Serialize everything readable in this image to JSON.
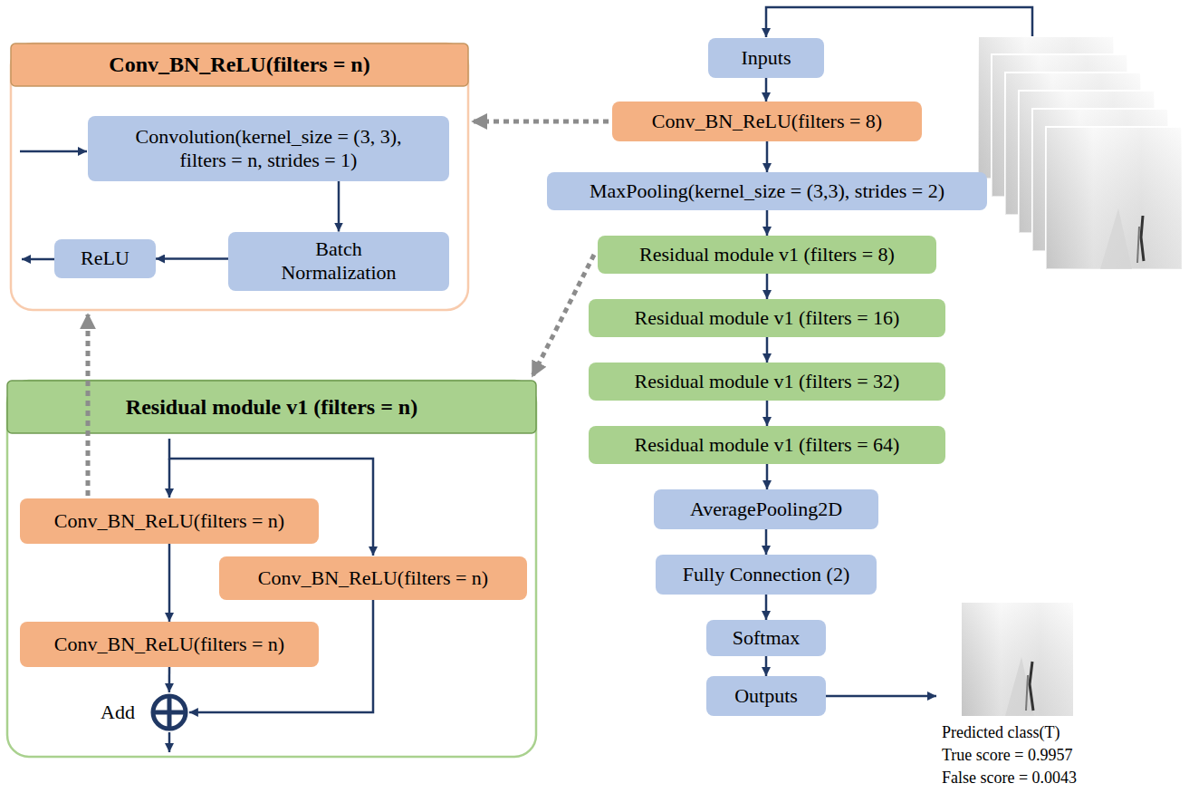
{
  "diagram": {
    "nodes": [
      {
        "text": [
          "Conv_BN_ReLU(filters = n)"
        ]
      },
      {
        "text": [
          "Convolution(kernel_size = (3, 3), filters = n, strides = 1)"
        ],
        "in": 0
      },
      {
        "text": [
          "Batch Normalization"
        ],
        "in": 0
      },
      {
        "text": [
          "ReLU"
        ],
        "in": 0
      },
      {
        "text": [
          "Inputs"
        ]
      },
      {
        "text": [
          "Conv_BN_ReLU(filters = 8)"
        ]
      },
      {
        "text": [
          "MaxPooling(kernel_size = (3,3), strides = 2)"
        ]
      },
      {
        "text": [
          "Residual module v1 (filters = 8)"
        ]
      },
      {
        "text": [
          "Residual module v1 (filters = 16)"
        ]
      },
      {
        "text": [
          "Residual module v1 (filters = 32)"
        ]
      },
      {
        "text": [
          "Residual module v1 (filters = 64)"
        ]
      },
      {
        "text": [
          "Residual module v1 (filters = n)"
        ]
      },
      {
        "text": [
          "Conv_BN_ReLU(filters = n)"
        ],
        "in": 11
      },
      {
        "text": [
          "Conv_BN_ReLU(filters = n)"
        ],
        "in": 11
      },
      {
        "text": [
          "Conv_BN_ReLU(filters = n)"
        ],
        "in": 11
      },
      {
        "text": [
          "Add"
        ],
        "in": 11
      },
      {
        "text": [
          "AveragePooling2D"
        ]
      },
      {
        "text": [
          "Fully Connection (2)"
        ]
      },
      {
        "text": [
          "Softmax"
        ]
      },
      {
        "text": [
          "Outputs"
        ]
      }
    ],
    "edges": [
      {
        "from": 1,
        "to": 2,
        "arrow": "to"
      },
      {
        "from": 2,
        "to": 3,
        "arrow": "to"
      },
      {
        "from": 4,
        "to": 5,
        "arrow": "to"
      },
      {
        "from": 5,
        "to": 6,
        "arrow": "to"
      },
      {
        "from": 6,
        "to": 7,
        "arrow": "to"
      },
      {
        "from": 7,
        "to": 8,
        "arrow": "to"
      },
      {
        "from": 8,
        "to": 9,
        "arrow": "to"
      },
      {
        "from": 9,
        "to": 10,
        "arrow": "to"
      },
      {
        "from": 10,
        "to": 16,
        "arrow": "to"
      },
      {
        "from": 16,
        "to": 17,
        "arrow": "to"
      },
      {
        "from": 17,
        "to": 18,
        "arrow": "to"
      },
      {
        "from": 18,
        "to": 19,
        "arrow": "to"
      },
      {
        "from": 5,
        "to": 0,
        "arrow": "to"
      },
      {
        "from": 7,
        "to": 11,
        "arrow": "to"
      },
      {
        "from": 12,
        "to": 0,
        "arrow": "to"
      },
      {
        "from": 12,
        "to": 14,
        "arrow": "to"
      },
      {
        "from": 14,
        "to": 15,
        "arrow": "to"
      },
      {
        "from": 13,
        "to": 15,
        "arrow": "to"
      }
    ],
    "labels": [
      "Predicted class(T)",
      "True score = 0.9957",
      "False score = 0.0043"
    ]
  }
}
